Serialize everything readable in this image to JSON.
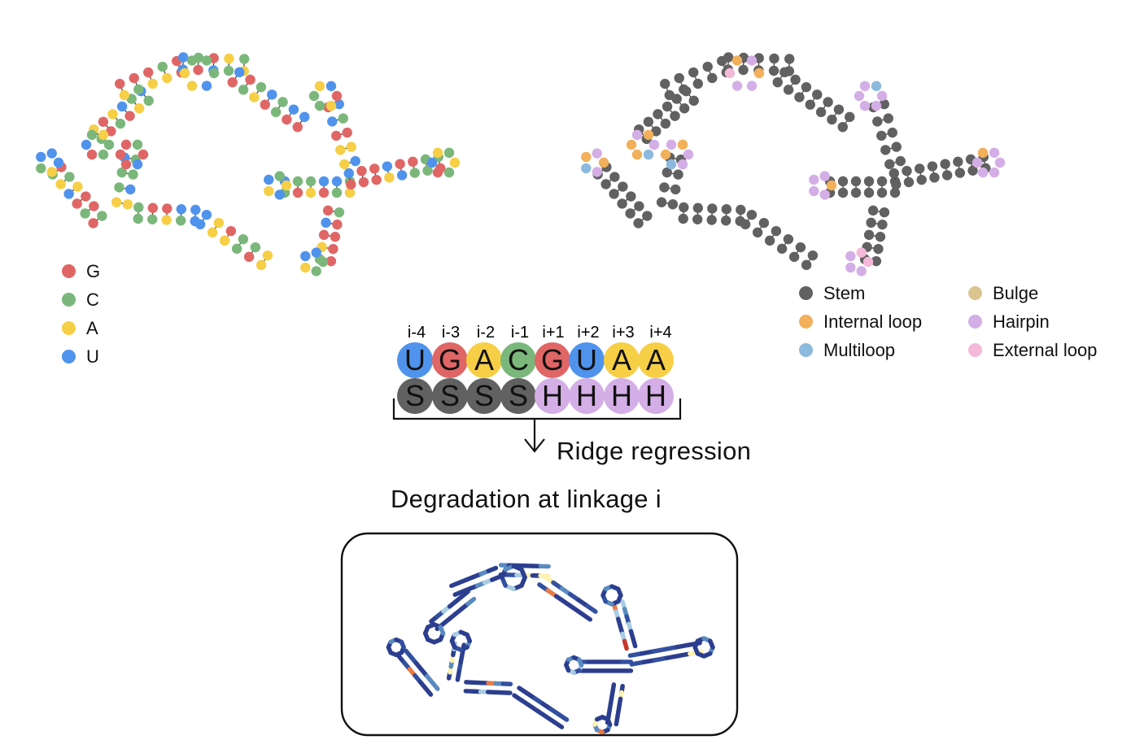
{
  "colors": {
    "G": "#e06666",
    "C": "#7bb77b",
    "A": "#f6cf47",
    "U": "#4f93ec",
    "stem": "#616161",
    "internal_loop": "#f2b05a",
    "multiloop": "#8cb9de",
    "bulge": "#dcc48f",
    "hairpin": "#d4aee6",
    "external_loop": "#f4b8d8",
    "unpaired": "#eeeeee"
  },
  "nucleotide_legend": [
    {
      "key": "G",
      "label": "G"
    },
    {
      "key": "C",
      "label": "C"
    },
    {
      "key": "A",
      "label": "A"
    },
    {
      "key": "U",
      "label": "U"
    }
  ],
  "structure_legend": [
    {
      "key": "stem",
      "label": "Stem"
    },
    {
      "key": "internal_loop",
      "label": "Internal loop"
    },
    {
      "key": "multiloop",
      "label": "Multiloop"
    },
    {
      "key": "bulge",
      "label": "Bulge"
    },
    {
      "key": "hairpin",
      "label": "Hairpin"
    },
    {
      "key": "external_loop",
      "label": "External loop"
    }
  ],
  "window": {
    "positions": [
      "i-4",
      "i-3",
      "i-2",
      "i-1",
      "i+1",
      "i+2",
      "i+3",
      "i+4"
    ],
    "sequence": [
      "U",
      "G",
      "A",
      "C",
      "G",
      "U",
      "A",
      "A"
    ],
    "structure": [
      "S",
      "S",
      "S",
      "S",
      "H",
      "H",
      "H",
      "H"
    ]
  },
  "arrow_label": "Ridge regression",
  "output_title": "Degradation at linkage i"
}
